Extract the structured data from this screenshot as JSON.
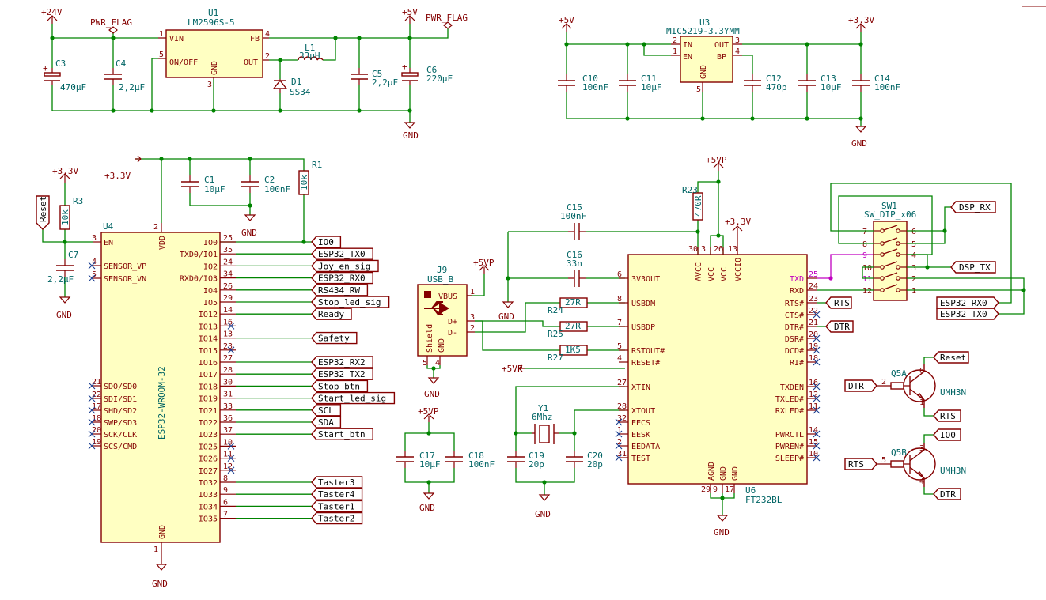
{
  "power": {
    "p24v": "+24V",
    "p5v": "+5V",
    "p33v": "+3.3V",
    "p5vp": "+5VP",
    "gnd": "GND",
    "pwr_flag": "PWR_FLAG"
  },
  "u1": {
    "ref": "U1",
    "value": "LM2596S-5",
    "pins": {
      "vin": "VIN",
      "onoff": "ON/OFF",
      "gnd": "GND",
      "fb": "FB",
      "out": "OUT"
    },
    "nums": {
      "vin": "1",
      "onoff": "5",
      "gnd": "3",
      "fb": "4",
      "out": "2"
    }
  },
  "supply_parts": {
    "c3": {
      "ref": "C3",
      "value": "470µF"
    },
    "c4": {
      "ref": "C4",
      "value": "2,2µF"
    },
    "l1": {
      "ref": "L1",
      "value": "33µH"
    },
    "d1": {
      "ref": "D1",
      "value": "SS34"
    },
    "c5": {
      "ref": "C5",
      "value": "2,2µF"
    },
    "c6": {
      "ref": "C6",
      "value": "220µF"
    }
  },
  "u3": {
    "ref": "U3",
    "value": "MIC5219-3.3YMM",
    "pins": {
      "in": "IN",
      "en": "EN",
      "out": "OUT",
      "bp": "BP",
      "gnd": "GND"
    },
    "nums": {
      "in": "2",
      "en": "1",
      "out": "3",
      "bp": "4",
      "gnd": "5"
    }
  },
  "ldo_parts": {
    "c10": {
      "ref": "C10",
      "value": "100nF"
    },
    "c11": {
      "ref": "C11",
      "value": "10µF"
    },
    "c12": {
      "ref": "C12",
      "value": "470p"
    },
    "c13": {
      "ref": "C13",
      "value": "10µF"
    },
    "c14": {
      "ref": "C14",
      "value": "100nF"
    }
  },
  "esp_parts": {
    "r3": {
      "ref": "R3",
      "value": "10k"
    },
    "c7": {
      "ref": "C7",
      "value": "2,2µF"
    },
    "c1": {
      "ref": "C1",
      "value": "10µF"
    },
    "c2": {
      "ref": "C2",
      "value": "100nF"
    },
    "r1": {
      "ref": "R1",
      "value": "10k"
    }
  },
  "u4": {
    "ref": "U4",
    "value": "ESP32-WROOM-32",
    "vdd": "VDD",
    "vdd_num": "2",
    "gnd": "GND",
    "gnd_num": "1",
    "left_pins": [
      {
        "name": "EN",
        "num": "3"
      },
      {
        "name": "SENSOR_VP",
        "num": "4"
      },
      {
        "name": "SENSOR_VN",
        "num": "5"
      },
      {
        "name": "SDO/SD0",
        "num": "21"
      },
      {
        "name": "SDI/SD1",
        "num": "22"
      },
      {
        "name": "SHD/SD2",
        "num": "17"
      },
      {
        "name": "SWP/SD3",
        "num": "18"
      },
      {
        "name": "SCK/CLK",
        "num": "20"
      },
      {
        "name": "SCS/CMD",
        "num": "19"
      }
    ],
    "right_pins": [
      {
        "name": "IO0",
        "num": "25",
        "label": "IO0"
      },
      {
        "name": "TXD0/IO1",
        "num": "35",
        "label": "ESP32_TX0"
      },
      {
        "name": "IO2",
        "num": "24",
        "label": "Joy_en_sig"
      },
      {
        "name": "RXD0/IO3",
        "num": "34",
        "label": "ESP32_RX0"
      },
      {
        "name": "IO4",
        "num": "26",
        "label": "RS434_RW"
      },
      {
        "name": "IO5",
        "num": "29",
        "label": "Stop_led_sig"
      },
      {
        "name": "IO12",
        "num": "14",
        "label": "Ready"
      },
      {
        "name": "IO13",
        "num": "16",
        "label": ""
      },
      {
        "name": "IO14",
        "num": "13",
        "label": "Safety"
      },
      {
        "name": "IO15",
        "num": "23",
        "label": ""
      },
      {
        "name": "IO16",
        "num": "27",
        "label": "ESP32_RX2"
      },
      {
        "name": "IO17",
        "num": "28",
        "label": "ESP32_TX2"
      },
      {
        "name": "IO18",
        "num": "30",
        "label": "Stop_btn"
      },
      {
        "name": "IO19",
        "num": "31",
        "label": "Start_led_sig"
      },
      {
        "name": "IO21",
        "num": "33",
        "label": "SCL"
      },
      {
        "name": "IO22",
        "num": "36",
        "label": "SDA"
      },
      {
        "name": "IO23",
        "num": "37",
        "label": "Start_btn"
      },
      {
        "name": "IO25",
        "num": "10",
        "label": ""
      },
      {
        "name": "IO26",
        "num": "11",
        "label": ""
      },
      {
        "name": "IO27",
        "num": "12",
        "label": ""
      },
      {
        "name": "IO32",
        "num": "8",
        "label": "Taster3"
      },
      {
        "name": "IO33",
        "num": "9",
        "label": "Taster4"
      },
      {
        "name": "IO34",
        "num": "6",
        "label": "Taster1"
      },
      {
        "name": "IO35",
        "num": "7",
        "label": "Taster2"
      }
    ]
  },
  "reset_label": "Reset",
  "usb": {
    "ref": "J9",
    "value": "USB_B",
    "vbus": "VBUS",
    "dp": "D+",
    "dm": "D-",
    "shield": "Shield",
    "gnd": "GND",
    "nums": {
      "vbus": "1",
      "dp": "3",
      "dm": "2",
      "shield": "5",
      "gnd": "4"
    }
  },
  "usb_parts": {
    "c17": {
      "ref": "C17",
      "value": "10µF"
    },
    "c18": {
      "ref": "C18",
      "value": "100nF"
    },
    "c19": {
      "ref": "C19",
      "value": "20p"
    },
    "c20": {
      "ref": "C20",
      "value": "20p"
    },
    "y1": {
      "ref": "Y1",
      "value": "6Mhz"
    },
    "c15": {
      "ref": "C15",
      "value": "100nF"
    },
    "c16": {
      "ref": "C16",
      "value": "33n"
    },
    "r23": {
      "ref": "R23",
      "value": "470R"
    },
    "r24": {
      "ref": "R24",
      "value": "27R"
    },
    "r25": {
      "ref": "R25",
      "value": "27R"
    },
    "r27": {
      "ref": "R27",
      "value": "1K5"
    }
  },
  "u6": {
    "ref": "U6",
    "value": "FT232BL",
    "top_pins": [
      {
        "name": "AVCC",
        "num": "30"
      },
      {
        "name": "VCC",
        "num": "3"
      },
      {
        "name": "VCC",
        "num": "26"
      },
      {
        "name": "VCCIO",
        "num": "13"
      }
    ],
    "bottom_pins": [
      {
        "name": "AGND",
        "num": "29"
      },
      {
        "name": "GND",
        "num": "9"
      },
      {
        "name": "GND",
        "num": "17"
      }
    ],
    "left_pins": [
      {
        "name": "3V3OUT",
        "num": "6"
      },
      {
        "name": "USBDM",
        "num": "8"
      },
      {
        "name": "USBDP",
        "num": "7"
      },
      {
        "name": "RSTOUT#",
        "num": "5"
      },
      {
        "name": "RESET#",
        "num": "4"
      },
      {
        "name": "XTIN",
        "num": "27"
      },
      {
        "name": "XTOUT",
        "num": "28"
      },
      {
        "name": "EECS",
        "num": "32"
      },
      {
        "name": "EESK",
        "num": "1"
      },
      {
        "name": "EEDATA",
        "num": "2"
      },
      {
        "name": "TEST",
        "num": "31"
      }
    ],
    "right_pins": [
      {
        "name": "TXD",
        "num": "25"
      },
      {
        "name": "RXD",
        "num": "24"
      },
      {
        "name": "RTS#",
        "num": "23",
        "label": "RTS"
      },
      {
        "name": "CTS#",
        "num": "22"
      },
      {
        "name": "DTR#",
        "num": "21",
        "label": "DTR"
      },
      {
        "name": "DSR#",
        "num": "20"
      },
      {
        "name": "DCD#",
        "num": "19"
      },
      {
        "name": "RI#",
        "num": "18"
      },
      {
        "name": "TXDEN",
        "num": "16"
      },
      {
        "name": "TXLED#",
        "num": "12"
      },
      {
        "name": "RXLED#",
        "num": "11"
      },
      {
        "name": "PWRCTL",
        "num": "14"
      },
      {
        "name": "PWREN#",
        "num": "15"
      },
      {
        "name": "SLEEP#",
        "num": "10"
      }
    ]
  },
  "sw1": {
    "ref": "SW1",
    "value": "SW_DIP_x06",
    "left_nums": [
      "7",
      "8",
      "9",
      "10",
      "11",
      "12"
    ],
    "right_nums": [
      "6",
      "5",
      "4",
      "3",
      "2",
      "1"
    ],
    "labels": {
      "dsp_rx": "DSP_RX",
      "dsp_tx": "DSP_TX",
      "esp_rx0": "ESP32_RX0",
      "esp_tx0": "ESP32_TX0"
    }
  },
  "q5a": {
    "ref": "Q5A",
    "value": "UMH3N",
    "nums": {
      "b": "2",
      "c": "6",
      "e": "1"
    },
    "labels": {
      "base": "DTR",
      "collector": "Reset",
      "emitter": "RTS"
    }
  },
  "q5b": {
    "ref": "Q5B",
    "value": "UMH3N",
    "nums": {
      "b": "5",
      "c": "3",
      "e": "4"
    },
    "labels": {
      "base": "RTS",
      "collector": "IO0",
      "emitter": "DTR"
    }
  }
}
